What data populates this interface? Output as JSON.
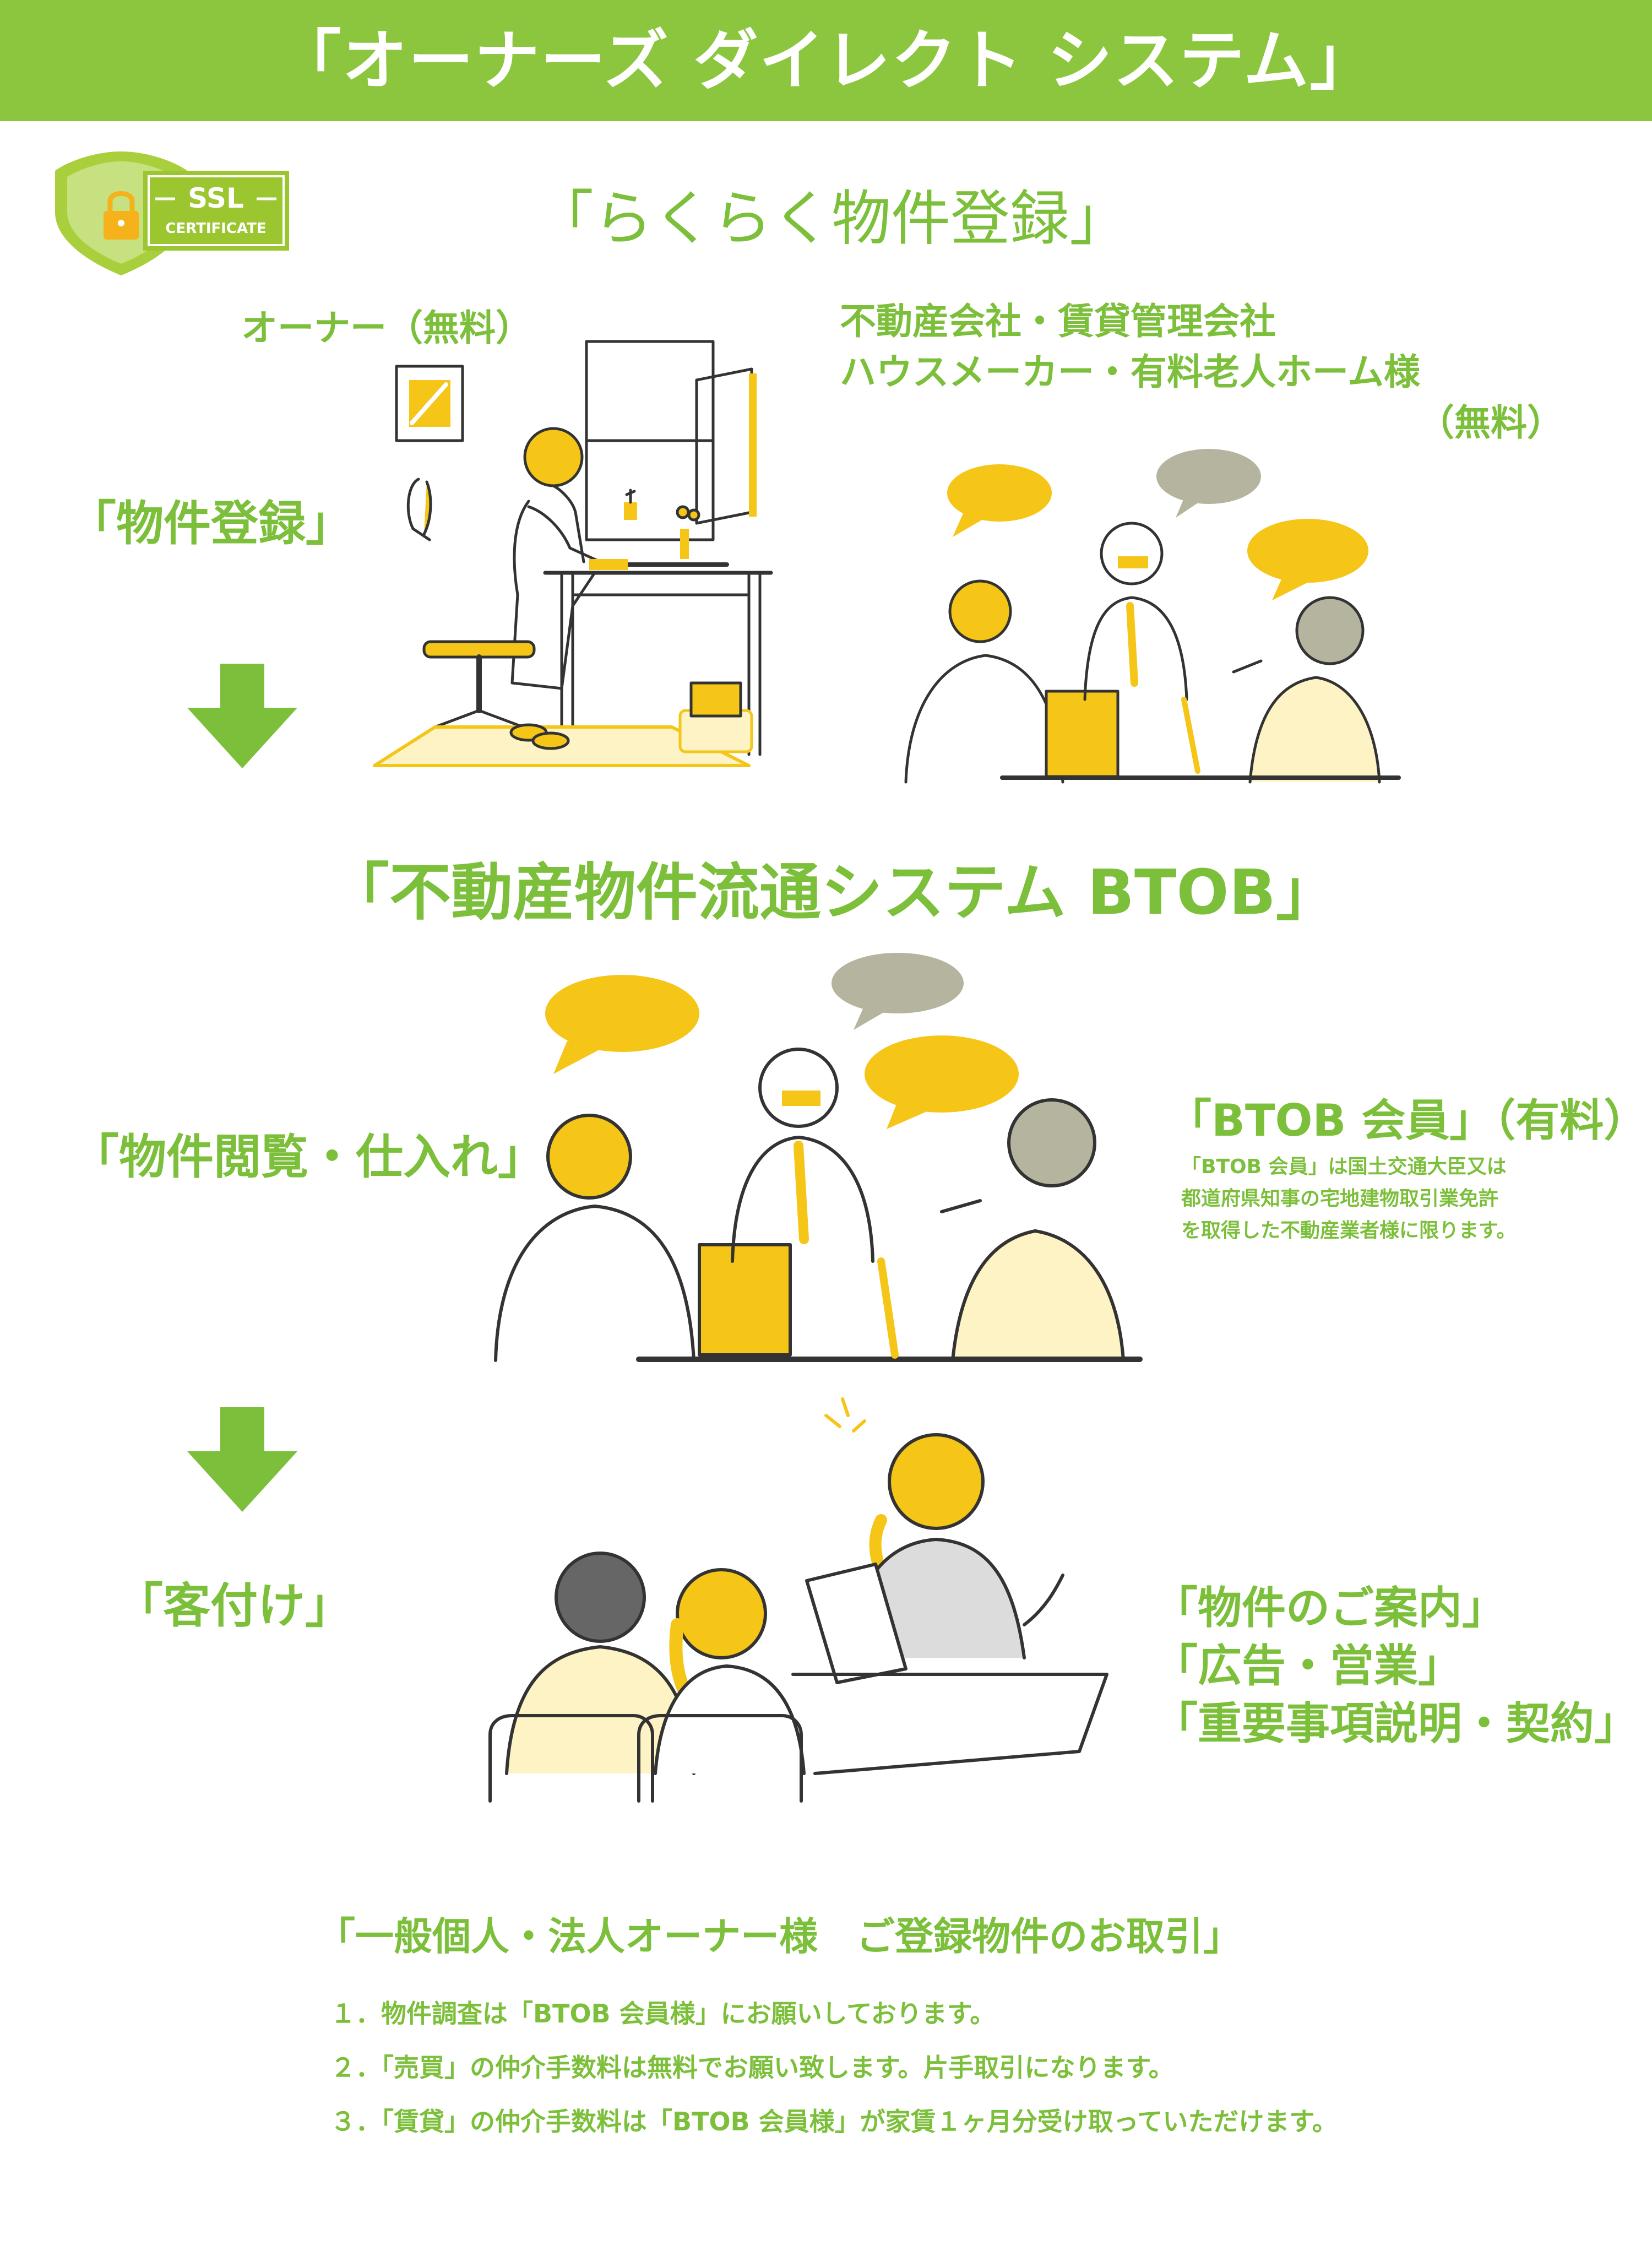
{
  "header": {
    "title": "「オーナーズ ダイレクト システム」",
    "bg_color": "#8cc63f"
  },
  "ssl_badge": {
    "top_text": "SSL",
    "bottom_text": "CERTIFICATE",
    "icon": "lock-icon",
    "color": "#9cc62f"
  },
  "easy_registration": {
    "title": "「らくらく物件登録」"
  },
  "owner": {
    "label": "オーナー（無料）",
    "step_label": "「物件登録」"
  },
  "companies": {
    "line1": "不動産会社・賃貸管理会社",
    "line2": "ハウスメーカー・有料老人ホーム様",
    "line3": "（無料）"
  },
  "btob_system": {
    "title": "「不動産物件流通システム BTOB」"
  },
  "browse": {
    "step_label": "「物件閲覧・仕入れ」"
  },
  "btob_member": {
    "title": "「BTOB 会員」（有料）",
    "note_lines": [
      "「BTOB 会員」は国土交通大臣又は",
      "都道府県知事の宅地建物取引業免許",
      "を取得した不動産業者様に限ります。"
    ]
  },
  "customer": {
    "step_label": "「客付け」",
    "services": [
      "「物件のご案内」",
      "「広告・営業」",
      "「重要事項説明・契約」"
    ]
  },
  "transactions": {
    "title": "「一般個人・法人オーナー様　ご登録物件のお取引」",
    "items": [
      "１．物件調査は「BTOB 会員様」にお願いしております。",
      "２．「売買」の仲介手数料は無料でお願い致します。片手取引になります。",
      "３．「賃貸」の仲介手数料は「BTOB 会員様」が家賃１ヶ月分受け取っていただけます。"
    ]
  },
  "colors": {
    "accent_green": "#7cbf3a",
    "arrow_green": "#7cbf3a",
    "illustration_yellow": "#f5c518",
    "bubble_gray": "#b5b49f"
  }
}
